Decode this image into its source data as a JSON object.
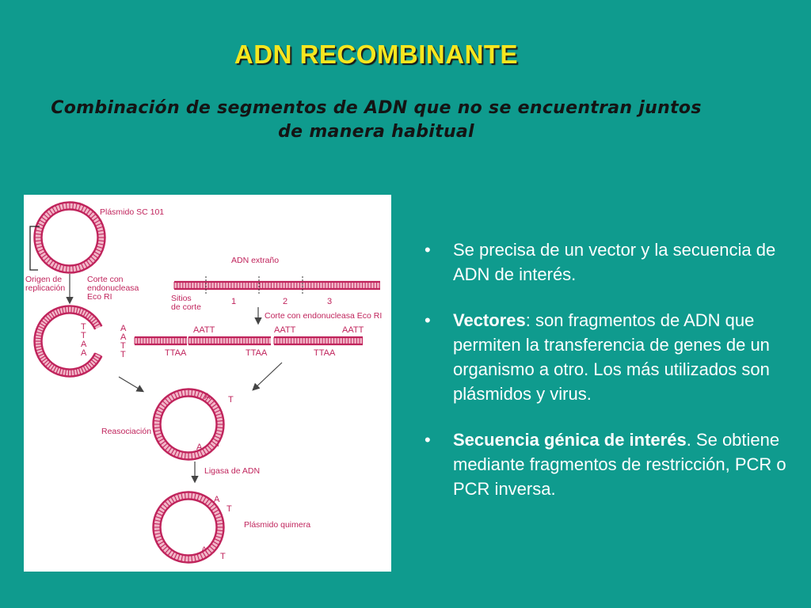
{
  "slide": {
    "title": "ADN RECOMBINANTE",
    "subtitle": "Combinación de segmentos de ADN que no se encuentran juntos de manera habitual"
  },
  "bullets": [
    {
      "bold": "",
      "text": "Se precisa de un vector y la secuencia de ADN de interés."
    },
    {
      "bold": "Vectores",
      "text": ": son fragmentos de ADN que permiten la transferencia de genes de un organismo a otro.  Los más utilizados son plásmidos y virus."
    },
    {
      "bold": "Secuencia génica de interés",
      "text": ". Se obtiene mediante fragmentos de restricción, PCR o PCR inversa."
    }
  ],
  "figure": {
    "colors": {
      "dna": "#c0245c",
      "dna_light": "#f2b6c8"
    },
    "labels": {
      "plasmid": "Plásmido SC 101",
      "origin": "Origen de\nreplicación",
      "cut1": "Corte con\nendonucleasa\nEco RI",
      "foreign": "ADN extraño",
      "sites": "Sitios\nde corte",
      "site1": "1",
      "site2": "2",
      "site3": "3",
      "cut2": "Corte con endonucleasa Eco RI",
      "aatt": "AATT",
      "ttaa": "TTAA",
      "reassoc": "Reasociación",
      "ligase": "Ligasa de ADN",
      "chimera": "Plásmido quimera",
      "open_left": "T\nT\nA\nA",
      "open_right": "A\nA\nT\nT",
      "stick_a": "A",
      "stick_t": "T"
    }
  }
}
